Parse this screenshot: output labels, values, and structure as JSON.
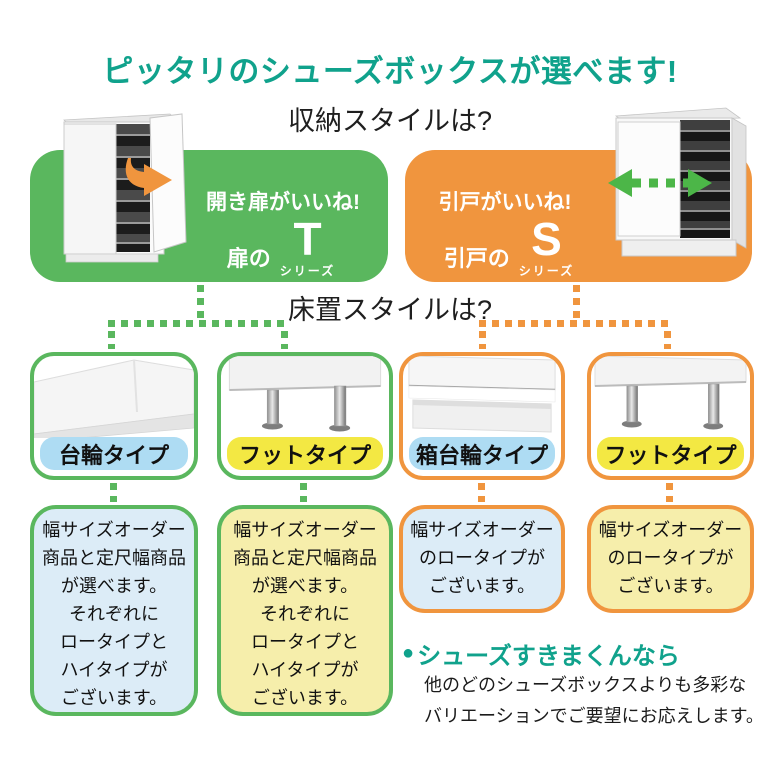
{
  "colors": {
    "teal": "#10a28c",
    "green": "#5ab75e",
    "orange": "#f0953e",
    "badge_blue": "#aedcf3",
    "badge_yellow": "#f3e843",
    "desc_blue": "#dcecf7",
    "desc_yellow": "#f6eeab"
  },
  "header": {
    "title": "ピッタリのシューズボックスが選べます!",
    "storage_question": "収納スタイルは?",
    "floor_question": "床置スタイルは?"
  },
  "series": [
    {
      "callout": "開き扉がいいね!",
      "name_prefix": "扉の",
      "letter": "T",
      "letter_suffix": "シリーズ"
    },
    {
      "callout": "引戸がいいね!",
      "name_prefix": "引戸の",
      "letter": "S",
      "letter_suffix": "シリーズ"
    }
  ],
  "base_types": [
    {
      "label": "台輪タイプ",
      "description": [
        "幅サイズオーダー",
        "商品と定尺幅商品",
        "が選べます。",
        "それぞれに",
        "ロータイプと",
        "ハイタイプが",
        "ございます。"
      ]
    },
    {
      "label": "フットタイプ",
      "description": [
        "幅サイズオーダー",
        "商品と定尺幅商品",
        "が選べます。",
        "それぞれに",
        "ロータイプと",
        "ハイタイプが",
        "ございます。"
      ]
    },
    {
      "label": "箱台輪タイプ",
      "description": [
        "幅サイズオーダー",
        "のロータイプが",
        "ございます。"
      ]
    },
    {
      "label": "フットタイプ",
      "description": [
        "幅サイズオーダー",
        "のロータイプが",
        "ございます。"
      ]
    }
  ],
  "footer": {
    "bullet": "●",
    "heading": "シューズすきまくんなら",
    "lines": [
      "他のどのシューズボックスよりも多彩な",
      "バリエーションでご要望にお応えします。"
    ]
  }
}
